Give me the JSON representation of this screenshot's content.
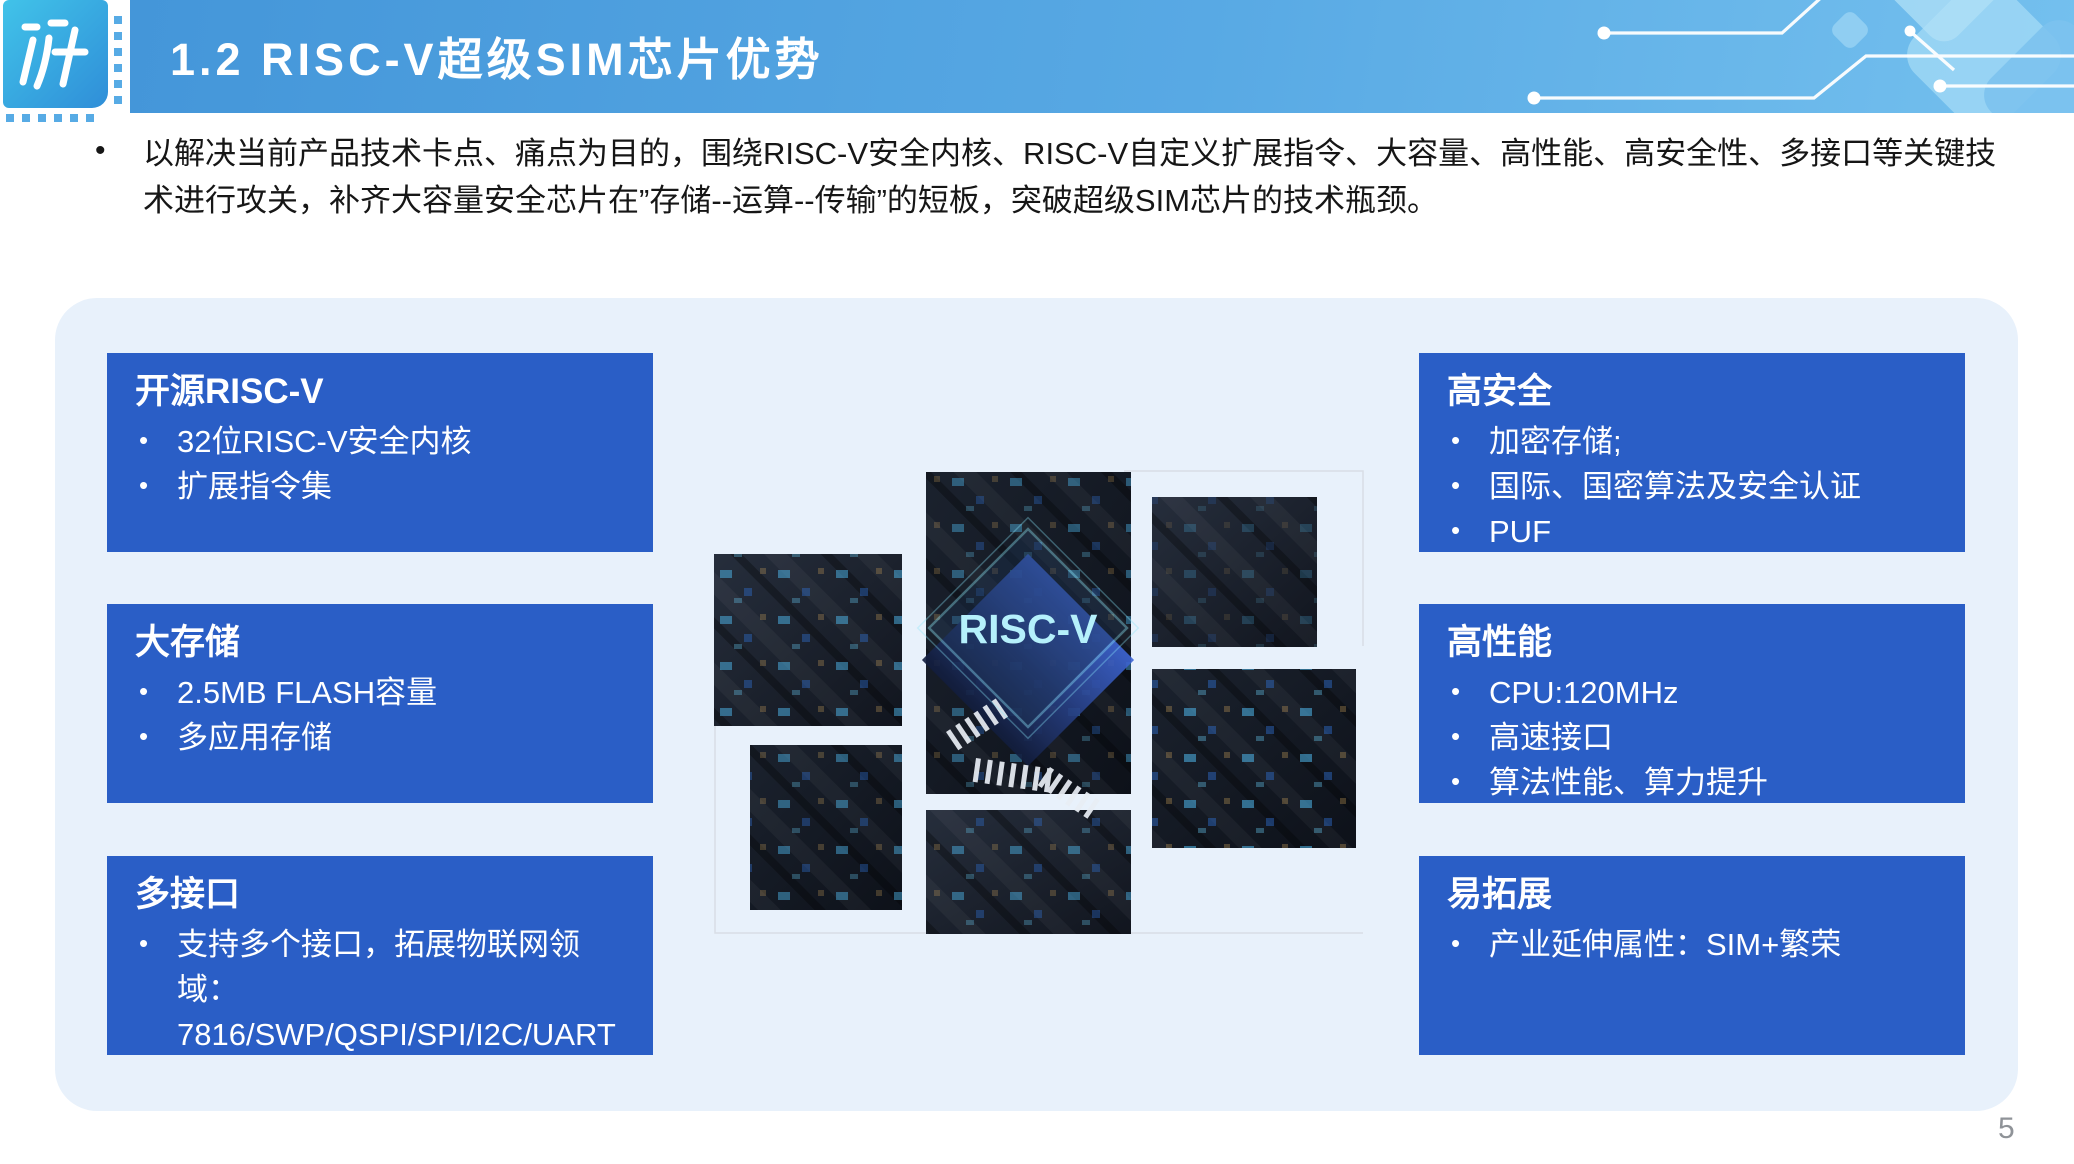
{
  "header": {
    "title": "1.2 RISC-V超级SIM芯片优势"
  },
  "chars": {
    "bullet": "•"
  },
  "intro": {
    "text": "以解决当前产品技术卡点、痛点为目的，围绕RISC-V安全内核、RISC-V自定义扩展指令、大容量、高性能、高安全性、多接口等关键技术进行攻关，补齐大容量安全芯片在”存储--运算--传输”的短板，突破超级SIM芯片的技术瓶颈。"
  },
  "features_left": [
    {
      "title": "开源RISC-V",
      "items": [
        "32位RISC-V安全内核",
        "扩展指令集"
      ]
    },
    {
      "title": "大存储",
      "items": [
        "2.5MB FLASH容量",
        "多应用存储"
      ]
    },
    {
      "title": "多接口",
      "items": [
        "支持多个接口，拓展物联网领域：7816/SWP/QSPI/SPI/I2C/UART"
      ]
    }
  ],
  "features_right": [
    {
      "title": "高安全",
      "items": [
        "加密存储;",
        "国际、国密算法及安全认证",
        "PUF"
      ]
    },
    {
      "title": "高性能",
      "items": [
        "CPU:120MHz",
        "高速接口",
        "算法性能、算力提升"
      ]
    },
    {
      "title": "易拓展",
      "items": [
        "产业延伸属性：SIM+繁荣"
      ]
    }
  ],
  "center": {
    "chip_label": "RISC-V"
  },
  "footer": {
    "page_number": "5"
  },
  "colors": {
    "header_blue": "#55a6e2",
    "box_blue": "#2a5ec6",
    "panel_bg": "#e8f1fb",
    "chip_cyan": "#8ae4f8",
    "logo_blue": "#36a9e0"
  }
}
